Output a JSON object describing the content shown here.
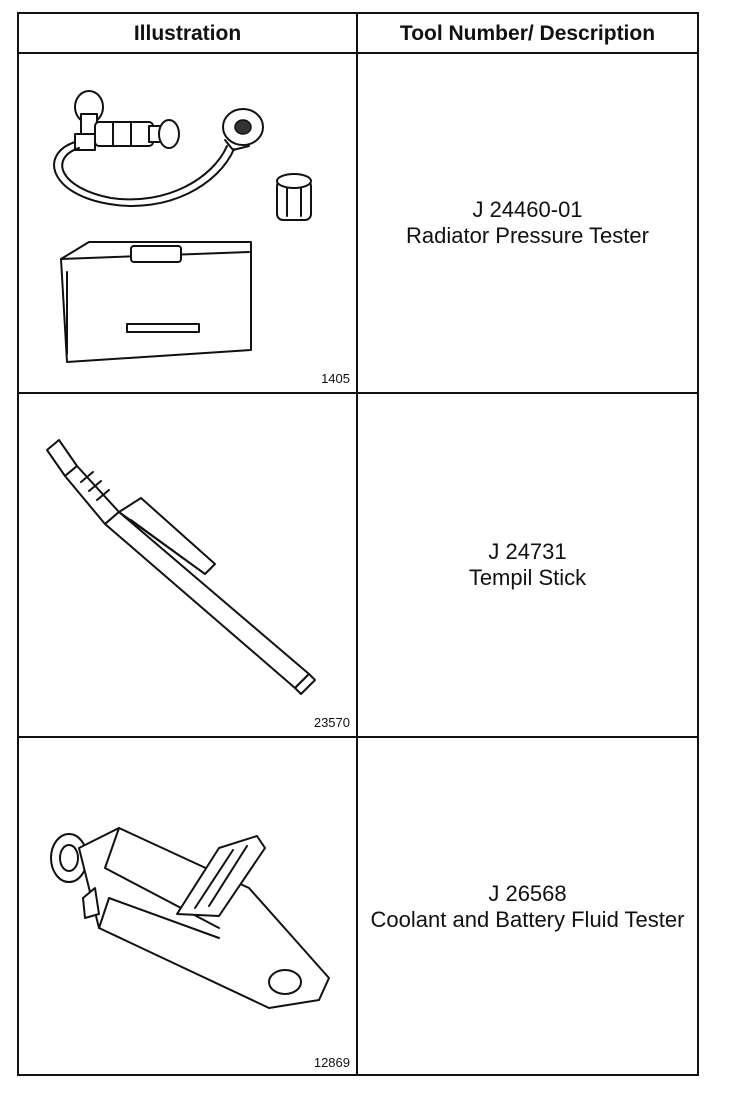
{
  "header": {
    "col1": "Illustration",
    "col2": "Tool Number/ Description"
  },
  "rows": [
    {
      "figure_number": "1405",
      "tool_number": "J 24460-01",
      "description": "Radiator Pressure Tester"
    },
    {
      "figure_number": "23570",
      "tool_number": "J 24731",
      "description": "Tempil Stick"
    },
    {
      "figure_number": "12869",
      "tool_number": "J 26568",
      "description": "Coolant and Battery Fluid Tester"
    }
  ]
}
